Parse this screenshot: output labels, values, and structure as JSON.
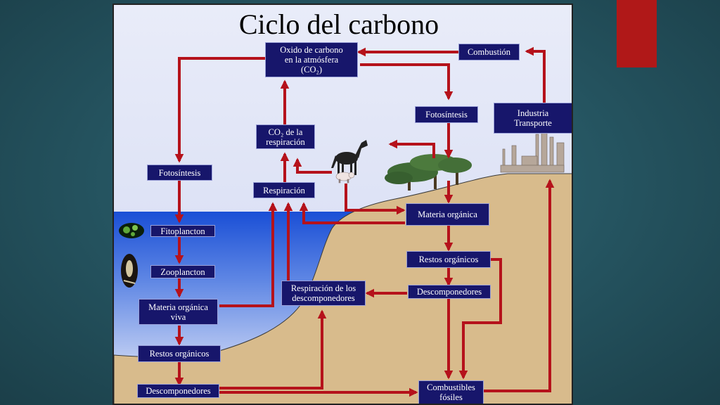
{
  "title": "Ciclo del carbono",
  "boxes": {
    "oxido": "Oxido de carbono\nen la atmósfera\n(CO₂)",
    "combustion": "Combustión",
    "fotosintesis_tierra": "Fotosíntesis",
    "industria": "Industria\nTransporte",
    "co2_respiracion": "CO₂ de la\nrespiración",
    "fotosintesis_mar": "Fotosíntesis",
    "respiracion": "Respiración",
    "materia_organica": "Materia orgánica",
    "fitoplancton": "Fitoplancton",
    "restos_organicos_tierra": "Restos orgánicos",
    "zooplancton": "Zooplancton",
    "respiracion_descomponedores": "Respiración de los\ndescomponedores",
    "descomponedores_tierra": "Descomponedores",
    "materia_organica_viva": "Materia orgánica\nviva",
    "restos_organicos_mar": "Restos orgánicos",
    "combustibles_fosiles": "Combustibles\nfósiles",
    "descomponedores_mar": "Descomponedores"
  },
  "colors": {
    "arrow": "#b5121b",
    "box": "#17166b",
    "sea": "#1f4fd0",
    "land": "#d8bb8c",
    "sky": "#dfe4f6",
    "accent_tab": "#b01818"
  }
}
